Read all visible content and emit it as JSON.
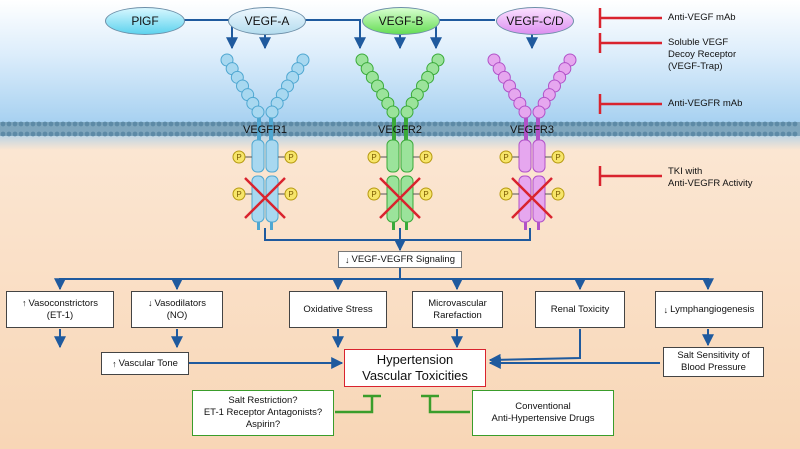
{
  "ligands": {
    "pigf": "PlGF",
    "vegfa": "VEGF-A",
    "vegfb": "VEGF-B",
    "vegfcd": "VEGF-C/D"
  },
  "receptors": {
    "r1": "VEGFR1",
    "r2": "VEGFR2",
    "r3": "VEGFR3"
  },
  "phospho": "P",
  "inhibitors": {
    "anti_vegf": "Anti-VEGF mAb",
    "decoy_1": "Soluble VEGF",
    "decoy_2": "Decoy Receptor",
    "decoy_3": "(VEGF-Trap)",
    "anti_vegfr": "Anti-VEGFR mAb",
    "tki_1": "TKI with",
    "tki_2": "Anti-VEGFR Activity"
  },
  "signaling": "VEGF-VEGFR Signaling",
  "effects": {
    "vasoconstrictors_1": "Vasoconstrictors",
    "vasoconstrictors_2": "(ET-1)",
    "vasodilators_1": "Vasodilators",
    "vasodilators_2": "(NO)",
    "oxidative": "Oxidative Stress",
    "rarefaction_1": "Microvascular",
    "rarefaction_2": "Rarefaction",
    "renal": "Renal Toxicity",
    "lymph": "Lymphangiogenesis",
    "tone": "Vascular Tone",
    "salt_1": "Salt Sensitivity of",
    "salt_2": "Blood Pressure"
  },
  "outcome": {
    "line1": "Hypertension",
    "line2": "Vascular Toxicities"
  },
  "treatments": {
    "left_1": "Salt Restriction?",
    "left_2": "ET-1 Receptor Antagonists?",
    "left_3": "Aspirin?",
    "right_1": "Conventional",
    "right_2": "Anti-Hypertensive Drugs"
  },
  "colors": {
    "arrow": "#1f5a9e",
    "inhibit": "#d9232e",
    "treat": "#3a9d2b",
    "vegfr1": "#a8d8f0",
    "vegfr2": "#9be39b",
    "vegfr3": "#e6a7ef"
  }
}
